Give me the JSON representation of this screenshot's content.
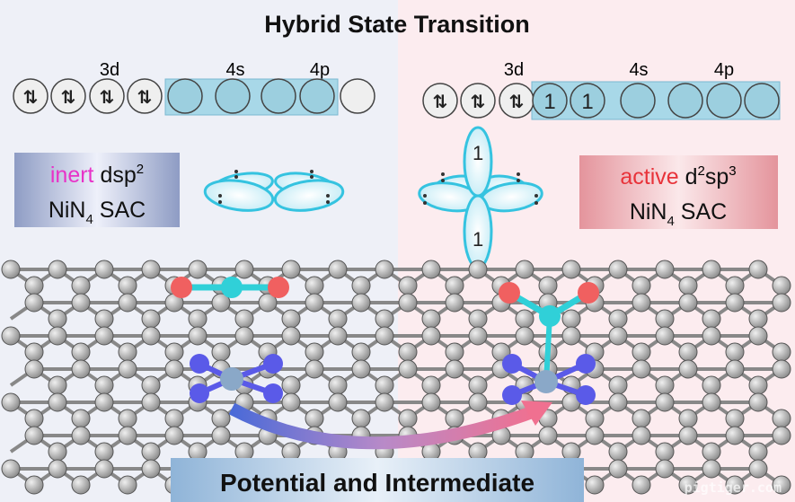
{
  "title": "Hybrid State Transition",
  "left": {
    "orbital_labels": [
      "3d",
      "4s",
      "4p"
    ],
    "label_state": "inert",
    "label_hybrid": "dsp",
    "label_hybrid_sup": "2",
    "label_catalyst": "NiN",
    "label_catalyst_sub": "4",
    "label_sac": "SAC"
  },
  "right": {
    "orbital_labels": [
      "3d",
      "4s",
      "4p"
    ],
    "label_state": "active",
    "label_hybrid_d": "d",
    "label_hybrid_sup1": "2",
    "label_hybrid_sp": "sp",
    "label_hybrid_sup2": "3",
    "label_catalyst": "NiN",
    "label_catalyst_sub": "4",
    "label_sac": "SAC"
  },
  "bottom_label": "Potential and Intermediate",
  "watermark": "pigtiger.com",
  "colors": {
    "inert": "#e832c8",
    "active": "#e8333a",
    "orbital_lobe": "#35c3e0",
    "oxygen": "#f06060",
    "carbon_intermediate": "#30d0d8",
    "nitrogen": "#5a5ae8",
    "nickel": "#8aa8c8"
  }
}
